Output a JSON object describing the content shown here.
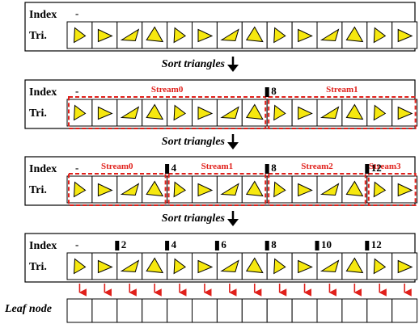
{
  "labels": {
    "index": "Index",
    "tri": "Tri.",
    "leaf_node": "Leaf node",
    "sort": "Sort triangles",
    "dash": "-"
  },
  "colors": {
    "triangle_fill": "#f6e80f",
    "stream_border": "#e0201b",
    "arrow": "#e0201b",
    "marker": "#000000"
  },
  "triangle_shapes": [
    "tall-right",
    "right",
    "flat-wedge",
    "upright",
    "tall-right",
    "right",
    "flat-wedge",
    "upright",
    "tall-right",
    "right",
    "flat-wedge",
    "upright",
    "tall-right",
    "right"
  ],
  "panels": [
    {
      "index_labels": [],
      "streams": []
    },
    {
      "index_labels": [
        "8"
      ],
      "streams": [
        "Stream0",
        "Stream1"
      ]
    },
    {
      "index_labels": [
        "4",
        "8",
        "12"
      ],
      "streams": [
        "Stream0",
        "Stream1",
        "Stream2",
        "Stream3"
      ]
    },
    {
      "index_labels": [
        "2",
        "4",
        "6",
        "8",
        "10",
        "12"
      ],
      "streams": []
    }
  ]
}
